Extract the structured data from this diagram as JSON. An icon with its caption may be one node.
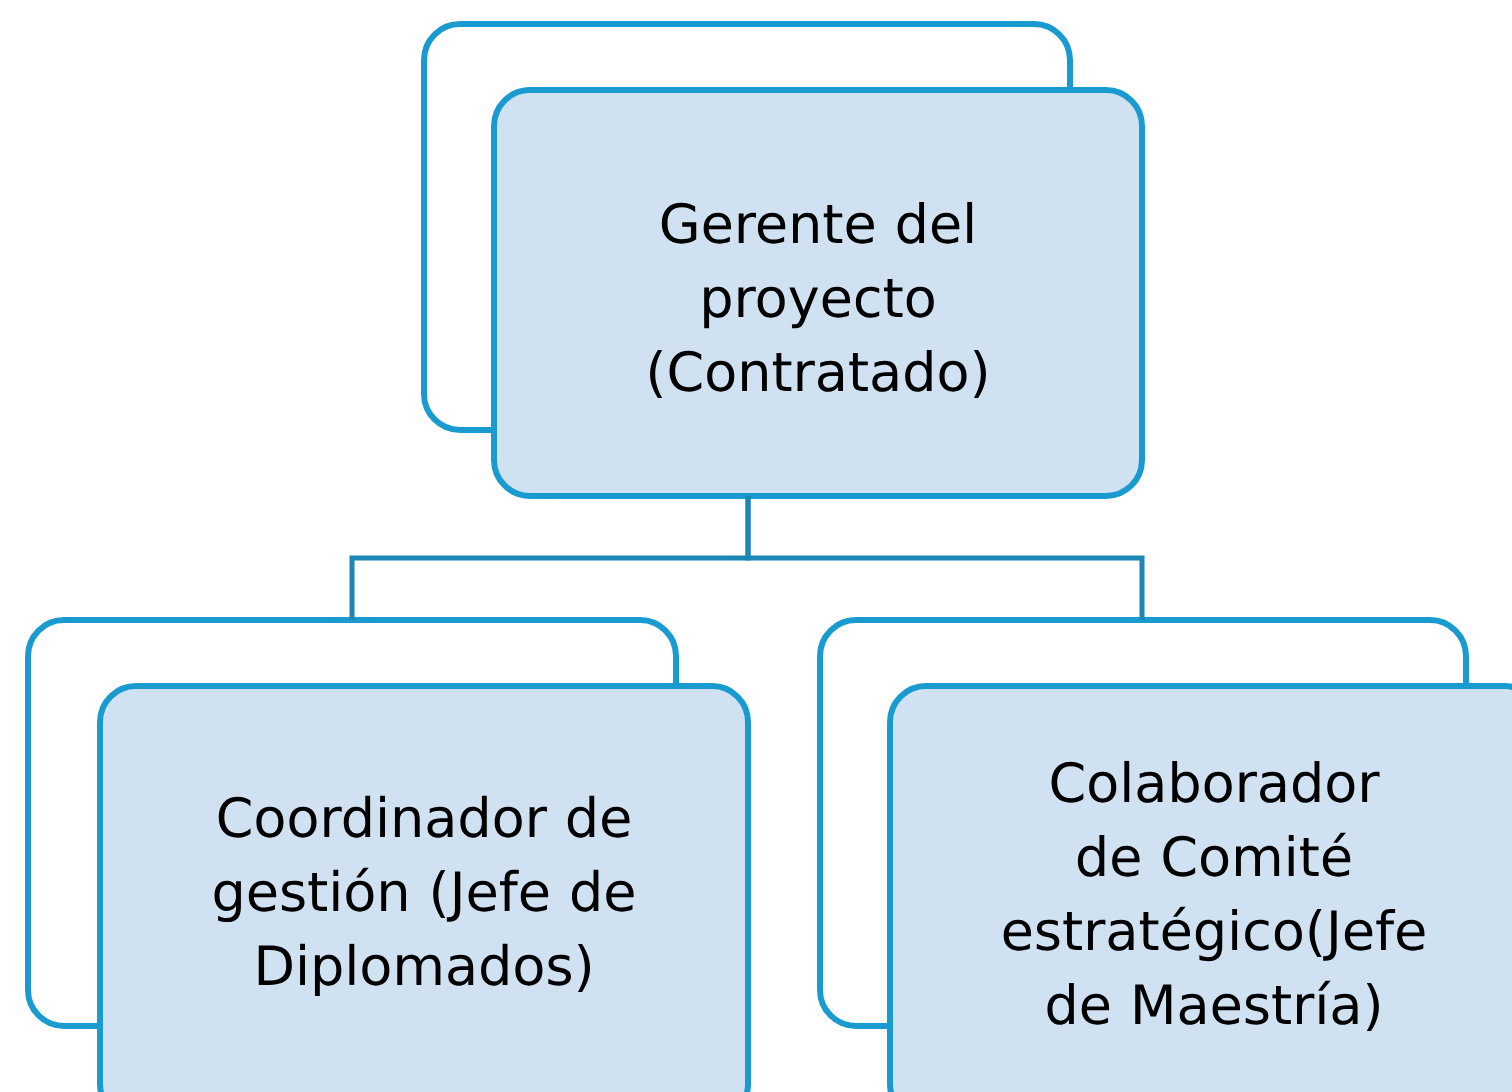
{
  "diagram": {
    "nodes": [
      {
        "text": [
          "Gerente del proyecto (Contratado)"
        ]
      },
      {
        "text": [
          "Coordinador de gestión (Jefe de Diplomados)"
        ]
      },
      {
        "text": [
          "Colaborador de Comité estratégico(Jefe de Maestría)"
        ]
      }
    ],
    "edges": [
      {
        "from": 0,
        "to": 1,
        "arrow": "none"
      },
      {
        "from": 0,
        "to": 2,
        "arrow": "none"
      }
    ]
  }
}
